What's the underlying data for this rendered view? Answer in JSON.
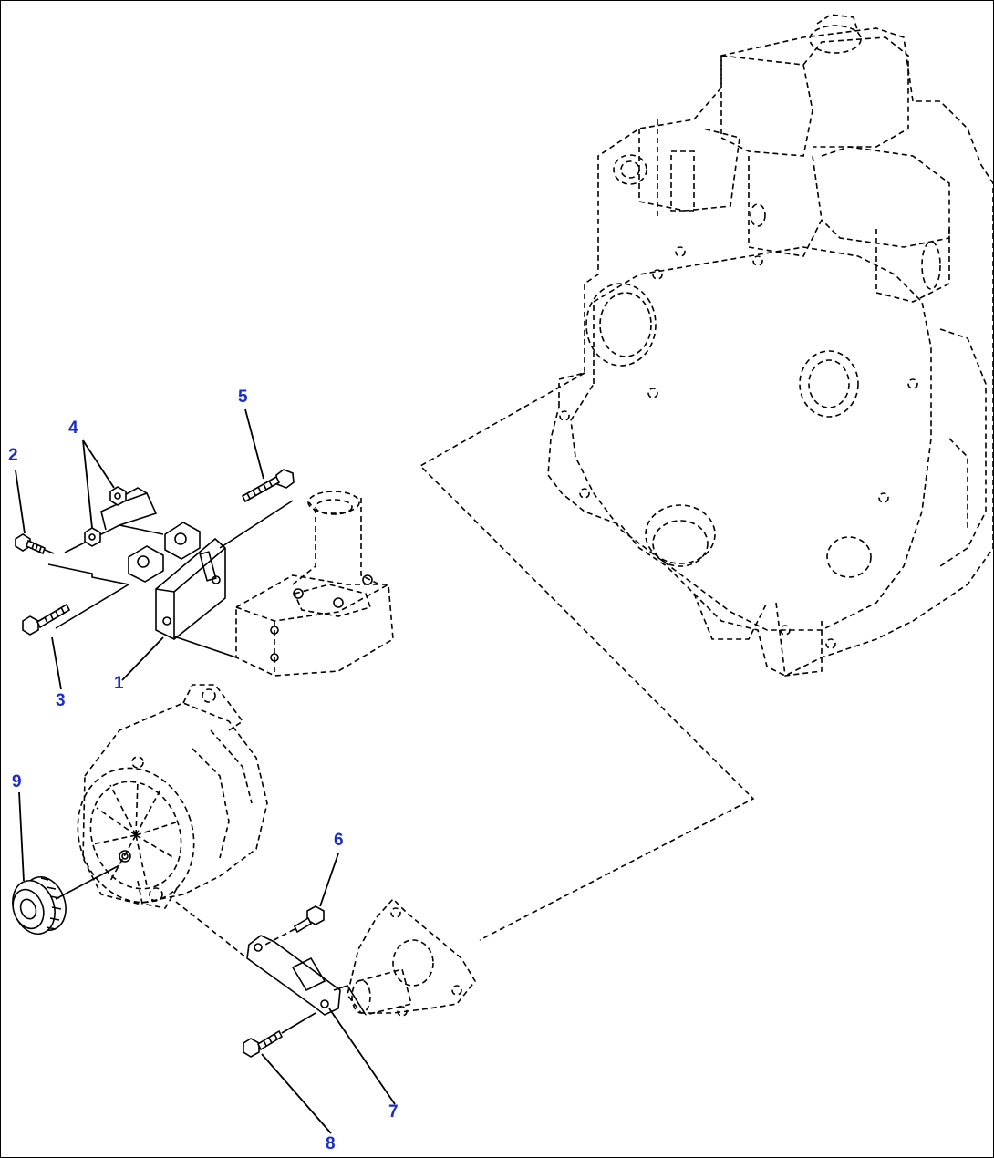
{
  "diagram": {
    "callouts": [
      {
        "id": "1",
        "label": "1"
      },
      {
        "id": "2",
        "label": "2"
      },
      {
        "id": "3",
        "label": "3"
      },
      {
        "id": "4",
        "label": "4"
      },
      {
        "id": "5",
        "label": "5"
      },
      {
        "id": "6",
        "label": "6"
      },
      {
        "id": "7",
        "label": "7"
      },
      {
        "id": "8",
        "label": "8"
      },
      {
        "id": "9",
        "label": "9"
      }
    ],
    "callout_color": "#1a2ccc",
    "line_color": "#000000",
    "background": "#ffffff"
  }
}
